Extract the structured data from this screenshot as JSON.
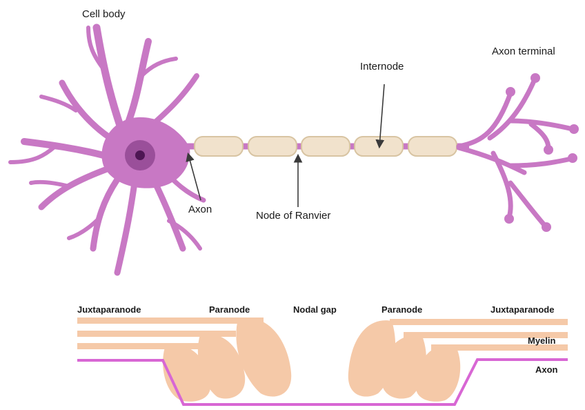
{
  "colors": {
    "neuron": "#c878c4",
    "neuron_dark": "#a85aa6",
    "nucleus": "#9a4f9a",
    "nucleolus": "#4d1653",
    "myelin": "#f1e2cc",
    "myelin_edge": "#d8c4a2",
    "paranode": "#f5c9a8",
    "axon_line": "#d867d4",
    "arrow": "#3a3a3a"
  },
  "neuron_labels": {
    "cell_body": "Cell body",
    "axon": "Axon",
    "node_of_ranvier": "Node of Ranvier",
    "internode": "Internode",
    "axon_terminal": "Axon terminal"
  },
  "node_labels": {
    "juxtaparanode_left": "Juxtaparanode",
    "paranode_left": "Paranode",
    "nodal_gap": "Nodal gap",
    "paranode_right": "Paranode",
    "juxtaparanode_right": "Juxtaparanode",
    "myelin": "Myelin",
    "axon": "Axon"
  }
}
